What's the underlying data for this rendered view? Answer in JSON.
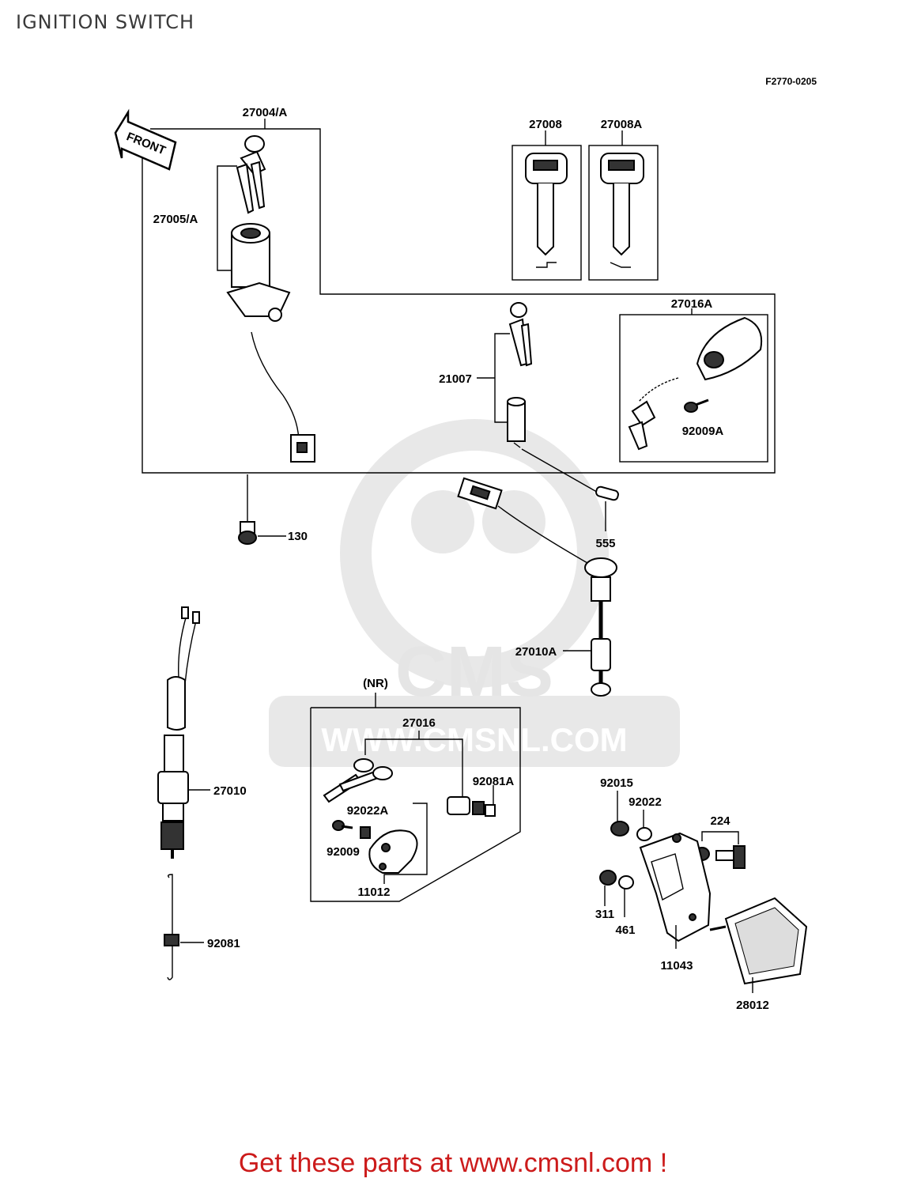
{
  "page": {
    "title": "IGNITION SWITCH",
    "diagram_code": "F2770-0205",
    "front_arrow": "FRONT",
    "cta": "Get these parts at www.cmsnl.com !"
  },
  "watermark": {
    "brand": "CMS",
    "url": "WWW.CMSNL.COM"
  },
  "parts": [
    {
      "id": "27004/A"
    },
    {
      "id": "27005/A"
    },
    {
      "id": "27008"
    },
    {
      "id": "27008A"
    },
    {
      "id": "27016A"
    },
    {
      "id": "21007"
    },
    {
      "id": "92009A"
    },
    {
      "id": "130"
    },
    {
      "id": "555"
    },
    {
      "id": "27010A"
    },
    {
      "id": "(NR)"
    },
    {
      "id": "27016"
    },
    {
      "id": "92081A"
    },
    {
      "id": "92022A"
    },
    {
      "id": "92009"
    },
    {
      "id": "11012"
    },
    {
      "id": "27010"
    },
    {
      "id": "92081"
    },
    {
      "id": "92015"
    },
    {
      "id": "92022"
    },
    {
      "id": "224"
    },
    {
      "id": "311"
    },
    {
      "id": "461"
    },
    {
      "id": "11043"
    },
    {
      "id": "28012"
    }
  ]
}
